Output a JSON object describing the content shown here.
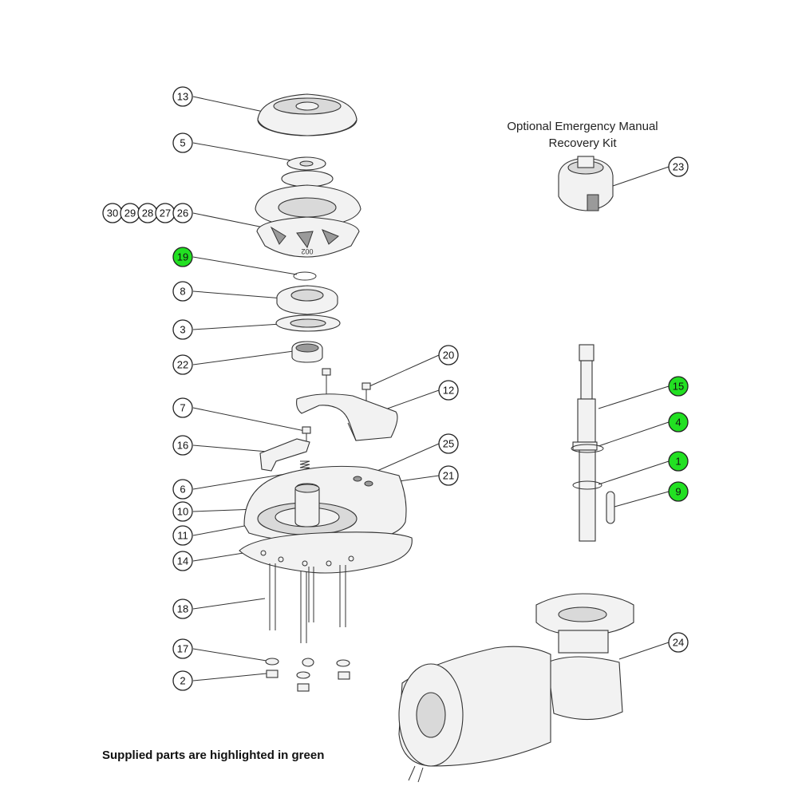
{
  "kit": {
    "line1": "Optional Emergency Manual",
    "line2": "Recovery Kit"
  },
  "footer": {
    "note": "Supplied parts are highlighted in green"
  },
  "colors": {
    "highlight": "#22e022",
    "line": "#333333",
    "fill": "#f2f2f2"
  },
  "callouts": {
    "c13": "13",
    "c5": "5",
    "c30": "30",
    "c29": "29",
    "c28": "28",
    "c27": "27",
    "c26": "26",
    "c19": "19",
    "c8": "8",
    "c3": "3",
    "c22": "22",
    "c20": "20",
    "c12": "12",
    "c7": "7",
    "c16": "16",
    "c25": "25",
    "c6": "6",
    "c21": "21",
    "c10": "10",
    "c11": "11",
    "c14": "14",
    "c18": "18",
    "c17": "17",
    "c2": "2",
    "c23": "23",
    "c15": "15",
    "c4": "4",
    "c1": "1",
    "c9": "9",
    "c24": "24"
  },
  "highlighted": [
    "19",
    "15",
    "4",
    "1",
    "9"
  ],
  "parts": {
    "drum_top_text": "002"
  }
}
